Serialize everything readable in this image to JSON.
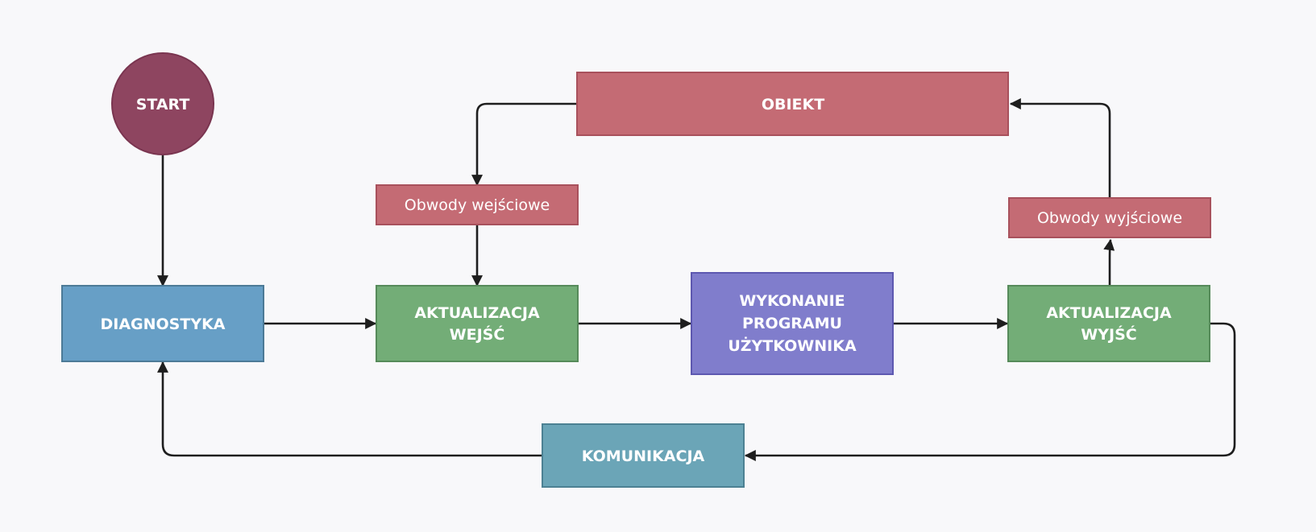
{
  "nodes": {
    "start": {
      "label": "START"
    },
    "obiekt": {
      "label": "OBIEKT"
    },
    "obwody_wejsciowe": {
      "label": "Obwody wejściowe"
    },
    "obwody_wyjsciowe": {
      "label": "Obwody wyjściowe"
    },
    "diagnostyka": {
      "label": "DIAGNOSTYKA"
    },
    "aktualizacja_wejsc": {
      "lines": [
        "AKTUALIZACJA",
        "WEJŚĆ"
      ]
    },
    "wykonanie_programu": {
      "lines": [
        "WYKONANIE",
        "PROGRAMU",
        "UŻYTKOWNIKA"
      ]
    },
    "aktualizacja_wyjsc": {
      "lines": [
        "AKTUALIZACJA",
        "WYJŚĆ"
      ]
    },
    "komunikacja": {
      "label": "KOMUNIKACJA"
    }
  },
  "edges": [
    {
      "from": "start",
      "to": "diagnostyka"
    },
    {
      "from": "diagnostyka",
      "to": "aktualizacja_wejsc"
    },
    {
      "from": "obiekt",
      "to": "obwody_wejsciowe"
    },
    {
      "from": "obwody_wejsciowe",
      "to": "aktualizacja_wejsc"
    },
    {
      "from": "aktualizacja_wejsc",
      "to": "wykonanie_programu"
    },
    {
      "from": "wykonanie_programu",
      "to": "aktualizacja_wyjsc"
    },
    {
      "from": "aktualizacja_wyjsc",
      "to": "obwody_wyjsciowe"
    },
    {
      "from": "obwody_wyjsciowe",
      "to": "obiekt"
    },
    {
      "from": "aktualizacja_wyjsc",
      "to": "komunikacja"
    },
    {
      "from": "komunikacja",
      "to": "diagnostyka"
    }
  ],
  "colors": {
    "start": "#8e4560",
    "start_border": "#7a3550",
    "red_node": "#c46b74",
    "red_border": "#a8515c",
    "blue_node": "#679fc6",
    "blue_border": "#4c7a97",
    "green_node": "#73ad77",
    "green_border": "#568a5a",
    "purple_node": "#807dcc",
    "purple_border": "#5d58b0",
    "teal_node": "#6ba5b7",
    "teal_border": "#4c8193",
    "edge": "#1e1e1e",
    "background": "#f8f8fa"
  }
}
